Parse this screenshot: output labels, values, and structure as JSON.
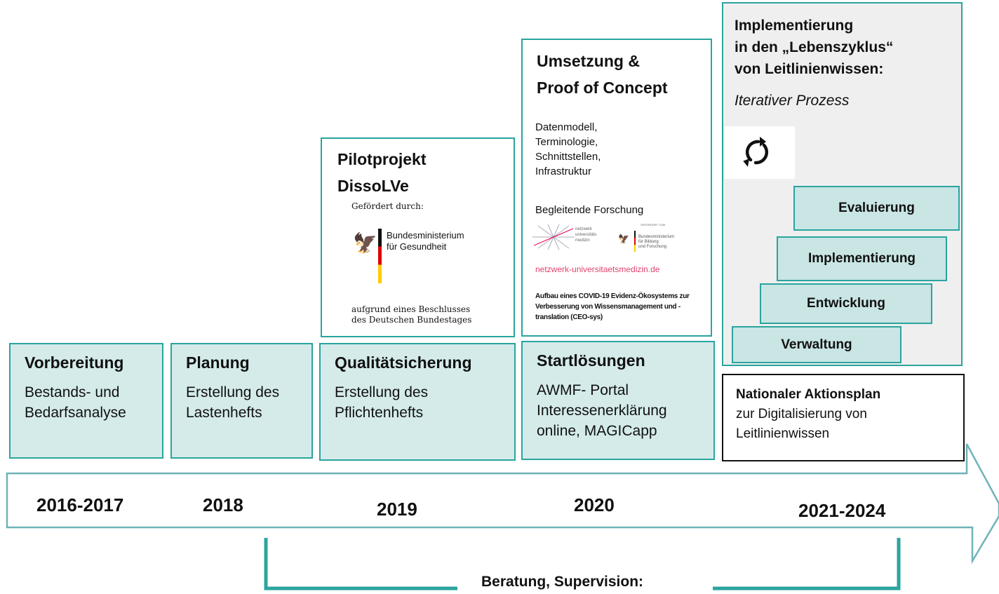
{
  "phases": [
    {
      "title": "Vorbereitung",
      "text": "Bestands- und\nBedarfsanalyse"
    },
    {
      "title": "Planung",
      "text": "Erstellung des\nLastenhefts"
    },
    {
      "title": "Qualitätsicherung",
      "text": "Erstellung des\nPflichtenhefts"
    },
    {
      "title": "Startlösungen",
      "text": "AWMF- Portal\nInteressenerklärung\nonline, MAGICapp"
    }
  ],
  "pilot": {
    "title": "Pilotprojekt\nDissoLVe",
    "funded_by": "Gefördert durch:",
    "ministry_line1": "Bundesministerium",
    "ministry_line2": "für Gesundheit",
    "resolution": "aufgrund eines Beschlusses\ndes Deutschen Bundestages"
  },
  "proof": {
    "title": "Umsetzung &\nProof of Concept",
    "items": "Datenmodell,\nTerminologie,\nSchnittstellen,\nInfrastruktur",
    "research": "Begleitende Forschung",
    "num_logo": "netzwerk\nuniversitäts\nmedizin",
    "bmbf_small": "GEFÖRDERT VOM",
    "bmbf": "Bundesministerium\nfür Bildung\nund Forschung",
    "url": "netzwerk-universitaetsmedizin.de",
    "project": "Aufbau eines COVID-19 Evidenz-Ökosystems zur\nVerbesserung von Wissensmanagement und -\ntranslation (CEO-sys)"
  },
  "lifecycle": {
    "title": "Implementierung\nin den „Lebenszyklus“\nvon Leitlinienwissen:",
    "subtitle": "Iterativer Prozess",
    "icon": "refresh-icon",
    "steps": [
      "Evaluierung",
      "Implementierung",
      "Entwicklung",
      "Verwaltung"
    ]
  },
  "action_plan": {
    "title": "Nationaler Aktionsplan",
    "text": "zur Digitalisierung von\nLeitlinienwissen"
  },
  "years": [
    "2016-2017",
    "2018",
    "2019",
    "2020",
    "2021-2024"
  ],
  "bracket_label": "Beratung, Supervision:",
  "colors": {
    "teal": "#2ba49e",
    "panel": "#d4ebea",
    "step": "#c9e5e4",
    "grey": "#efefef",
    "arrow": "#6fb3b8"
  }
}
